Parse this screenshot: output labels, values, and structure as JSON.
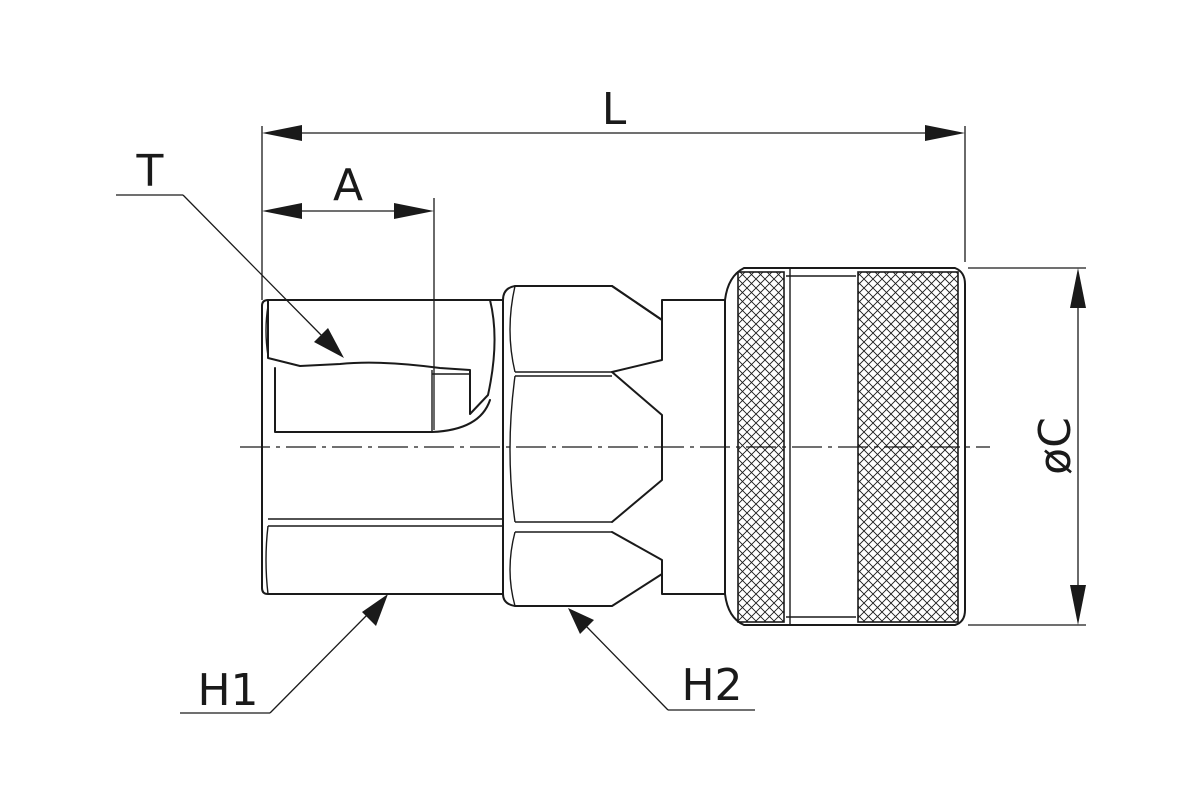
{
  "drawing": {
    "labels": {
      "length": "L",
      "thread_depth": "A",
      "thread": "T",
      "diameter": "øC",
      "hex1": "H1",
      "hex2": "H2"
    },
    "colors": {
      "line": "#1a1a1a",
      "background": "#ffffff"
    }
  }
}
